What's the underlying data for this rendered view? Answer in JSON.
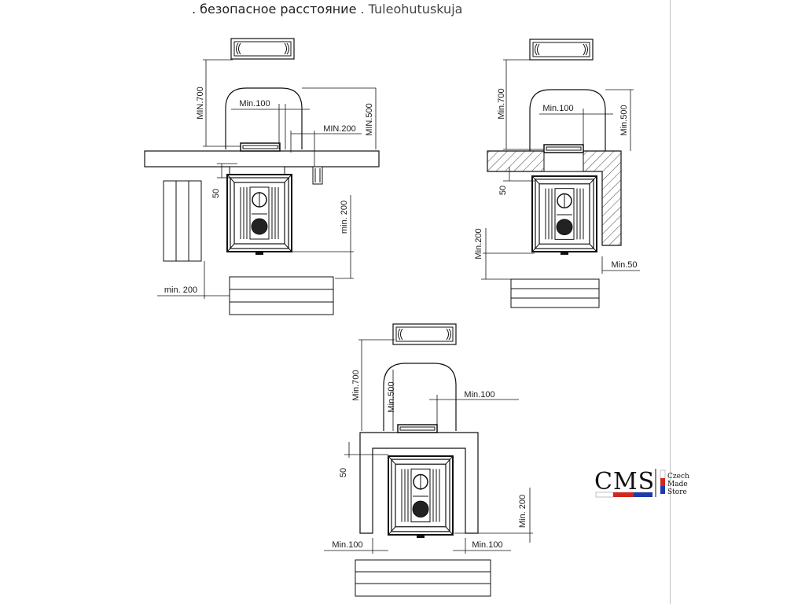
{
  "header": {
    "title_ru": ". безопасное расстояние",
    "title_fi": " . Tuleohutuskuja"
  },
  "diagram_top_left": {
    "labels": {
      "min700": "MIN.700",
      "min100": "Min.100",
      "min500": "MIN.500",
      "min200_side": "MIN.200",
      "dim50": "50",
      "min200_floor": "min. 200",
      "min200_front": "min. 200"
    }
  },
  "diagram_top_right": {
    "labels": {
      "min700": "Min.700",
      "min100": "Min.100",
      "min500": "Min.500",
      "dim50": "50",
      "min200": "Min.200",
      "min50": "Min.50"
    }
  },
  "diagram_bottom": {
    "labels": {
      "min700": "Min.700",
      "min500": "Min.500",
      "min100_top": "Min.100",
      "dim50": "50",
      "min200": "Min. 200",
      "min100_left": "Min.100",
      "min100_right": "Min.100"
    }
  },
  "logo": {
    "brand": "CMS",
    "line1": "Czech",
    "line2": "Made",
    "line3": "Store",
    "colors": {
      "white": "#ffffff",
      "red": "#d0281e",
      "blue": "#1c3aa8"
    }
  }
}
